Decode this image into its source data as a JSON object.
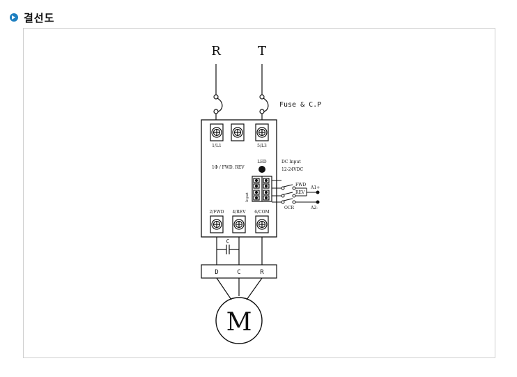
{
  "header": {
    "title": "결선도"
  },
  "diagram": {
    "supply": {
      "r": "R",
      "t": "T"
    },
    "fuse_label": "Fuse & C.P",
    "terminals_top": {
      "t1": "1/L1",
      "t3": "5/L3"
    },
    "phase_mode": "1Φ / FWD. REV",
    "led_label": "LED",
    "dc_input": {
      "line1": "DC Input",
      "line2": "12-24VDC"
    },
    "input_label": "Input",
    "switches": {
      "fwd": "FWD",
      "rev": "REV",
      "ocr": "OCR"
    },
    "a1": "A1+",
    "a2": "A2-",
    "terminals_bottom": {
      "fwd": "2/FWD",
      "rev": "4/REV",
      "com": "6/COM"
    },
    "capacitor": "C",
    "motor_terminals": {
      "d": "D",
      "c": "C",
      "r": "R"
    },
    "motor": "M"
  }
}
